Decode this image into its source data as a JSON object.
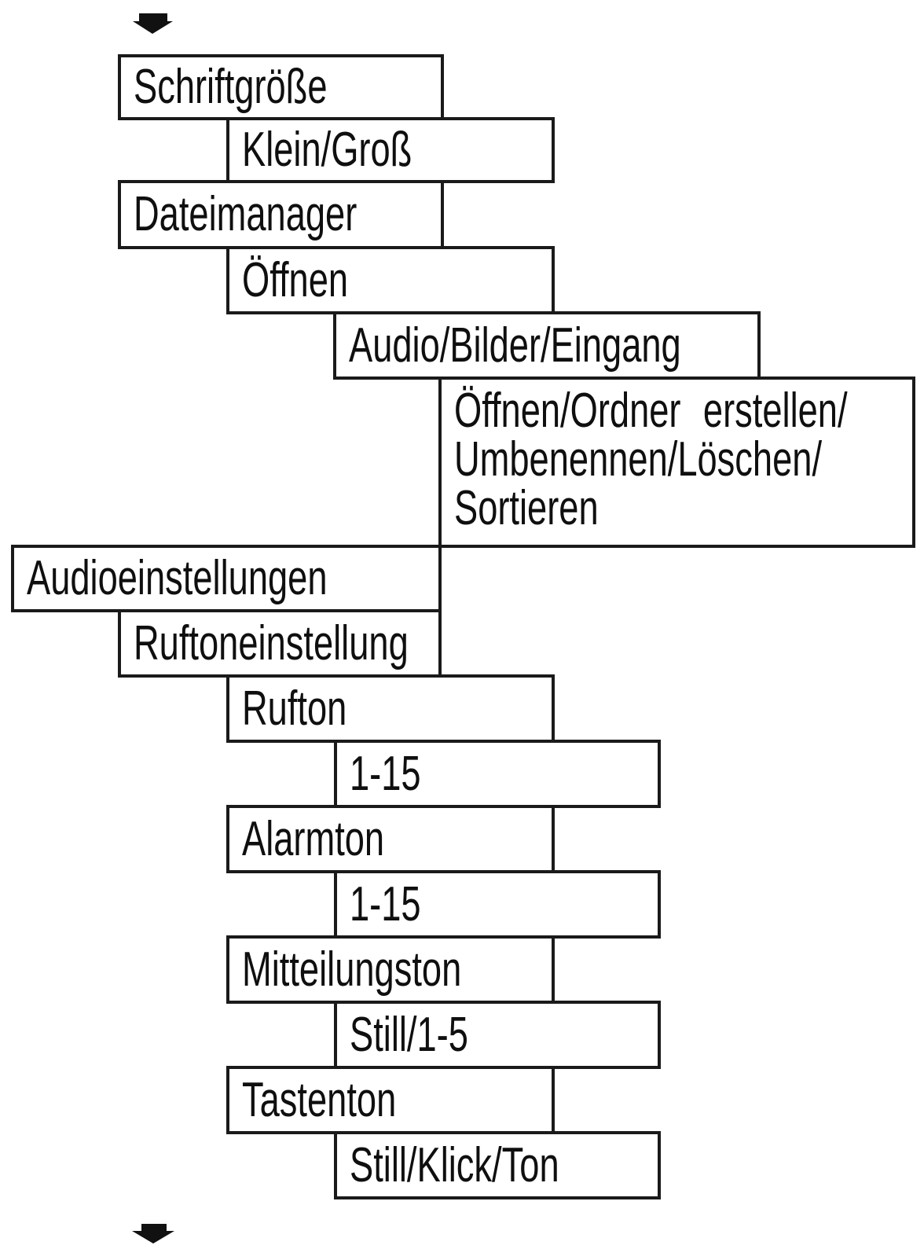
{
  "diagram": {
    "type": "menu-structure-tree",
    "language": "de",
    "colors": {
      "line": "#1a1a1a",
      "box_fill": "#ffffff",
      "text": "#0f0f0f",
      "background": "#ffffff"
    },
    "icons": {
      "top_arrow": "down-arrow",
      "bottom_arrow": "down-arrow"
    },
    "nodes": [
      {
        "id": "schriftgroesse",
        "label": "Schriftgröße",
        "level": 1
      },
      {
        "id": "klein-gross",
        "label": "Klein/Groß",
        "level": 2
      },
      {
        "id": "dateimanager",
        "label": "Dateimanager",
        "level": 1
      },
      {
        "id": "oeffnen",
        "label": "Öffnen",
        "level": 2
      },
      {
        "id": "audio-bilder-eingang",
        "label": "Audio/Bilder/Eingang",
        "level": 3
      },
      {
        "id": "datei-aktionen",
        "lines": [
          "Öffnen/Ordner erstellen/",
          "Umbenennen/Löschen/",
          "Sortieren"
        ],
        "level": 4
      },
      {
        "id": "audioeinstellungen",
        "label": "Audioeinstellungen",
        "level": 0
      },
      {
        "id": "ruftoneinstellung",
        "label": "Ruftoneinstellung",
        "level": 1
      },
      {
        "id": "rufton",
        "label": "Rufton",
        "level": 2
      },
      {
        "id": "rufton-werte",
        "label": "1-15",
        "level": 3
      },
      {
        "id": "alarmton",
        "label": "Alarmton",
        "level": 2
      },
      {
        "id": "alarmton-werte",
        "label": "1-15",
        "level": 3
      },
      {
        "id": "mitteilungston",
        "label": "Mitteilungston",
        "level": 2
      },
      {
        "id": "mitteilungston-werte",
        "label": "Still/1-5",
        "level": 3
      },
      {
        "id": "tastenton",
        "label": "Tastenton",
        "level": 2
      },
      {
        "id": "tastenton-werte",
        "label": "Still/Klick/Ton",
        "level": 3
      }
    ]
  }
}
